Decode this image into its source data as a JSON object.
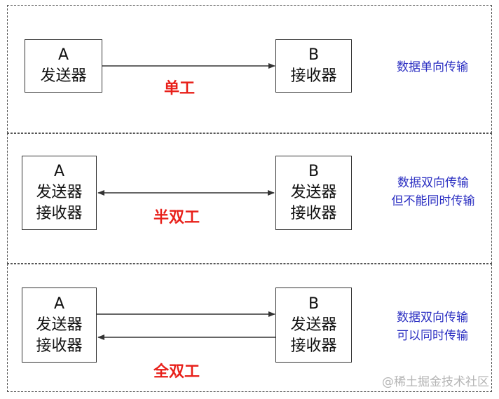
{
  "colors": {
    "mode_label": "#e8201a",
    "description": "#2b2fc2",
    "border": "#333333",
    "panel_border": "#555555",
    "watermark": "#b5b5b5"
  },
  "simplex": {
    "left_box": [
      "A",
      "发送器"
    ],
    "right_box": [
      "B",
      "接收器"
    ],
    "mode": "单工",
    "description": [
      "数据单向传输"
    ]
  },
  "half_duplex": {
    "left_box": [
      "A",
      "发送器",
      "接收器"
    ],
    "right_box": [
      "B",
      "发送器",
      "接收器"
    ],
    "mode": "半双工",
    "description": [
      "数据双向传输",
      "但不能同时传输"
    ]
  },
  "full_duplex": {
    "left_box": [
      "A",
      "发送器",
      "接收器"
    ],
    "right_box": [
      "B",
      "发送器",
      "接收器"
    ],
    "mode": "全双工",
    "description": [
      "数据双向传输",
      "可以同时传输"
    ]
  },
  "watermark": "@稀土掘金技术社区"
}
